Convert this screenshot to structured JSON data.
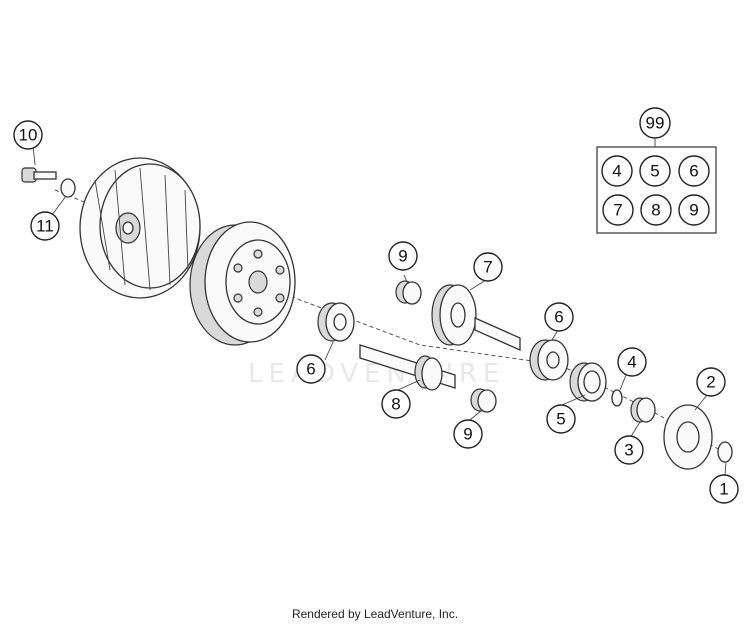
{
  "watermark": "LEADVENTURE",
  "footer": "Rendered by LeadVenture, Inc.",
  "callouts": {
    "c1": "1",
    "c2": "2",
    "c3": "3",
    "c4": "4",
    "c5": "5",
    "c6a": "6",
    "c6b": "6",
    "c7": "7",
    "c8": "8",
    "c9a": "9",
    "c9b": "9",
    "c10": "10",
    "c11": "11"
  },
  "kit": {
    "label": "99",
    "items": [
      "4",
      "5",
      "6",
      "7",
      "8",
      "9"
    ]
  }
}
